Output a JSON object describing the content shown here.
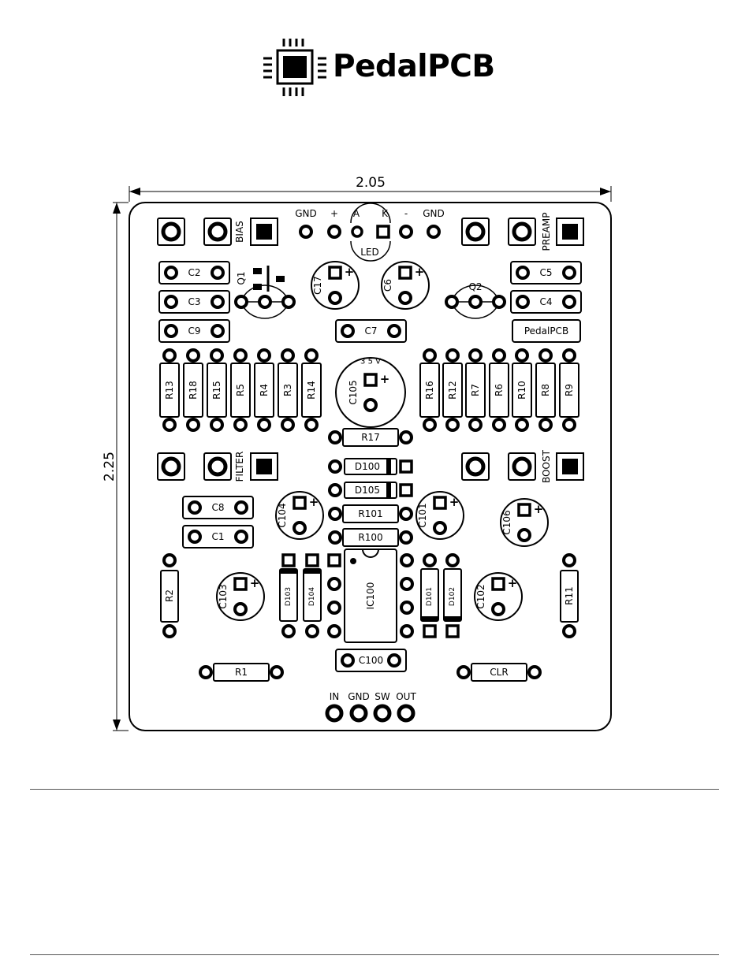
{
  "brand": {
    "name": "PedalPCB"
  },
  "dimensions": {
    "width": "2.05",
    "height": "2.25"
  },
  "power_header": [
    "GND",
    "+",
    "A",
    "K",
    "-",
    "GND"
  ],
  "led_label": "LED",
  "pot_labels": [
    "BIAS",
    "PREAMP",
    "FILTER",
    "BOOST"
  ],
  "transistors": [
    "Q1",
    "Q2"
  ],
  "film_caps": [
    "C2",
    "C3",
    "C9",
    "C5",
    "C4",
    "C7",
    "C8",
    "C1",
    "C100"
  ],
  "resistors_left": [
    "R13",
    "R18",
    "R15",
    "R5",
    "R4",
    "R3",
    "R14"
  ],
  "resistors_right": [
    "R16",
    "R12",
    "R7",
    "R6",
    "R10",
    "R8",
    "R9"
  ],
  "resistors_horizontal": [
    "R17",
    "R101",
    "R100",
    "R1",
    "CLR"
  ],
  "resistors_side": [
    "R2",
    "R11"
  ],
  "electrolytic_caps": [
    "C17",
    "C6",
    "C105",
    "C104",
    "C101",
    "C106",
    "C103",
    "C102"
  ],
  "electrolytic_marks": {
    "plus": "+",
    "c105_voltage": "3 5 V"
  },
  "diodes": [
    "D100",
    "D105",
    "D103",
    "D104",
    "D101",
    "D102"
  ],
  "ic": "IC100",
  "silk_label": "PedalPCB",
  "io_labels": [
    "IN",
    "GND",
    "SW",
    "OUT"
  ]
}
